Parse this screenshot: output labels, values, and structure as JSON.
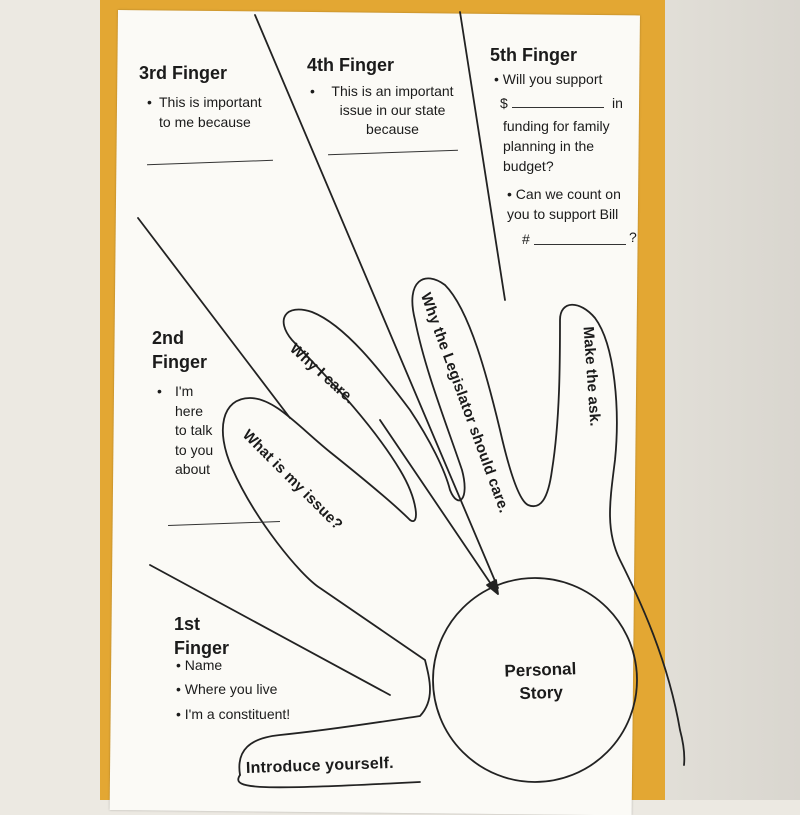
{
  "fingers": {
    "first": {
      "title": "1st Finger",
      "bullets": [
        "Name",
        "Where you live",
        "I'm a constituent!"
      ],
      "band_label": "Introduce yourself."
    },
    "second": {
      "title": "2nd Finger",
      "prompt": "I'm here to talk to you about",
      "band_label": "What is my issue?"
    },
    "third": {
      "title": "3rd Finger",
      "prompt": "This is important to me because",
      "band_label": "Why I care."
    },
    "fourth": {
      "title": "4th Finger",
      "prompt": "This is an important issue in our state because",
      "band_label": "Why the Legislator should care."
    },
    "fifth": {
      "title": "5th Finger",
      "prompt_a_prefix": "Will you support",
      "prompt_a_dollar": "$",
      "prompt_a_in": "in",
      "prompt_a_rest": "funding for family planning in the budget?",
      "prompt_b": "Can we count on you to support Bill",
      "prompt_b_hash": "#",
      "prompt_b_q": "?",
      "band_label": "Make the ask."
    }
  },
  "palm": {
    "label": "Personal Story"
  },
  "colors": {
    "card": "#fbfaf6",
    "accent": "#e3a733",
    "ink": "#1b1b1b"
  }
}
